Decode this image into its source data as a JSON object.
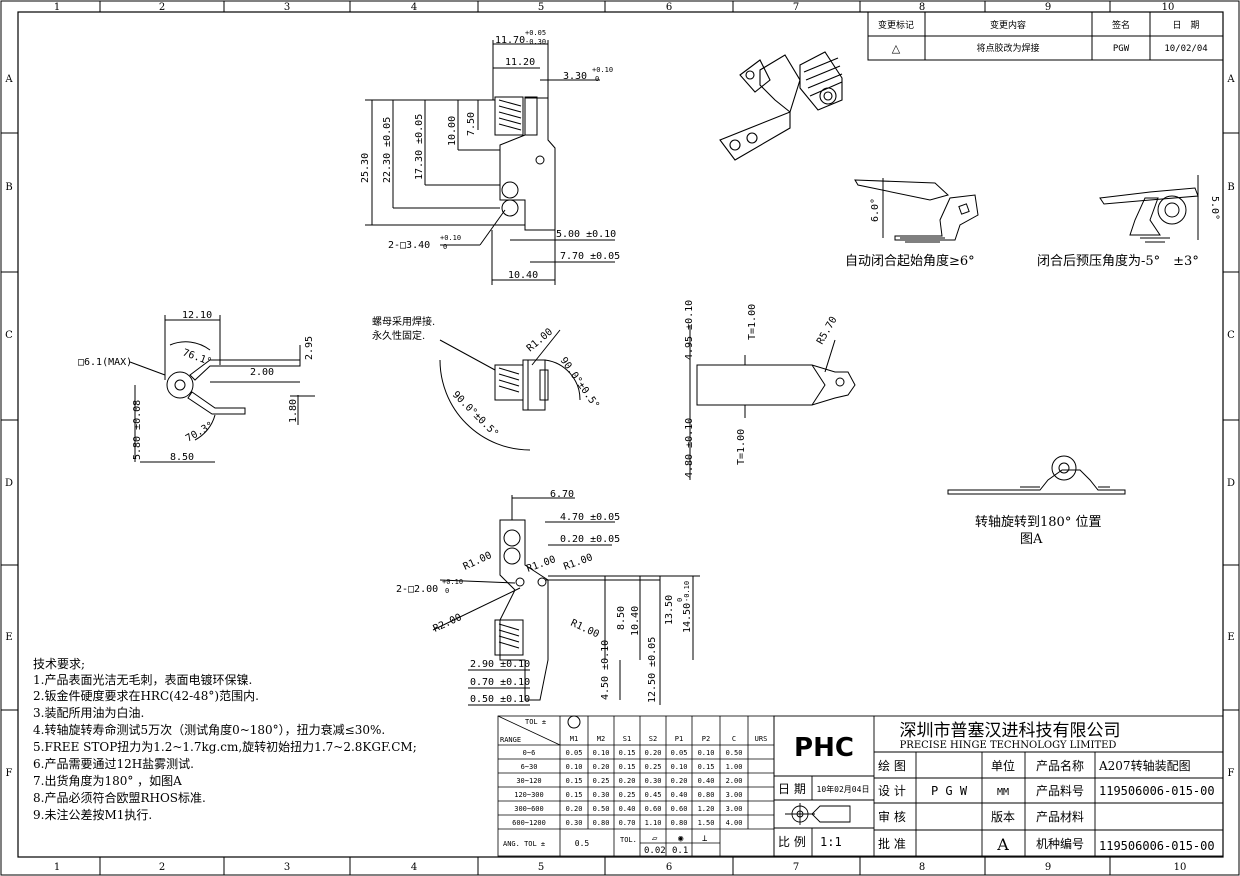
{
  "frame": {
    "columns": [
      "1",
      "2",
      "3",
      "4",
      "5",
      "6",
      "7",
      "8",
      "9",
      "10"
    ],
    "rows": [
      "A",
      "B",
      "C",
      "D",
      "E",
      "F"
    ]
  },
  "revision": {
    "headers": [
      "变更标记",
      "变更内容",
      "签名",
      "日　期"
    ],
    "row": {
      "mark": "△",
      "content": "将点胶改为焊接",
      "sign": "PGW",
      "date": "10/02/04"
    }
  },
  "dims_top": {
    "d1": "11.70",
    "d1_tol_up": "+0.05",
    "d1_tol_dn": "-0.30",
    "d2": "11.20",
    "d3": "3.30",
    "d3_tol_up": "+0.10",
    "d3_tol_dn": "0",
    "d4": "25.30",
    "d5": "22.30 ±0.05",
    "d6": "17.30 ±0.05",
    "d7": "10.00",
    "d8": "7.50",
    "d9": "5.00 ±0.10",
    "d10": "7.70 ±0.05",
    "d11": "10.40",
    "hole": "2-□3.40",
    "hole_tol_up": "+0.10",
    "hole_tol_dn": "0"
  },
  "dims_left": {
    "a": "12.10",
    "b": "76.1°",
    "c": "□6.1(MAX)",
    "d": "2.00",
    "e": "2.95",
    "f": "1.80",
    "g": "70.3°",
    "h": "5.80 ±0.08",
    "i": "8.50"
  },
  "dims_mid": {
    "note1": "螺母采用焊接.",
    "note2": "永久性固定.",
    "r": "R1.00",
    "ang1": "90.0°±0.5°",
    "ang2": "90.0°±0.5°"
  },
  "dims_right": {
    "a": "4.95 ±0.10",
    "b": "T=1.00",
    "c": "R5.70",
    "d": "T=1.00",
    "e": "4.80 ±0.10"
  },
  "dims_bottom": {
    "a": "6.70",
    "b": "4.70 ±0.05",
    "c": "0.20 ±0.05",
    "d": "R1.00",
    "e": "R1.00",
    "f": "R1.00",
    "g": "R2.00",
    "h": "R1.00",
    "hole": "2-□2.00",
    "hole_tol_up": "+0.10",
    "hole_tol_dn": "0",
    "i": "13.50",
    "j": "14.50",
    "j_up": "0",
    "j_dn": "-0.10",
    "k": "8.50",
    "l": "10.40",
    "m": "2.90 ±0.10",
    "n": "0.70 ±0.10",
    "o": "0.50 ±0.10",
    "p": "4.50 ±0.10",
    "q": "12.50 ±0.05"
  },
  "captions": {
    "c1": "自动闭合起始角度≥6°",
    "c1_ang": "6.0°",
    "c2": "闭合后预压角度为-5°　±3°",
    "c2_ang": "5.0°",
    "c3": "转轴旋转到180° 位置",
    "c4": "图A"
  },
  "tech": {
    "title": "技术要求;",
    "items": [
      "1.产品表面光洁无毛刺，表面电镀环保镍.",
      "2.钣金件硬度要求在HRC(42-48°)范围内.",
      "3.装配所用油为白油.",
      "4.转轴旋转寿命测试5万次（测试角度0~180°），扭力衰减≤30%.",
      "5.FREE STOP扭力为1.2~1.7kg.cm,旋转初始扭力1.7~2.8KGF.CM;",
      "6.产品需要通过12H盐雾测试.",
      "7.出货角度为180°  ，如图A",
      "8.产品必须符合欧盟RHOS标准.",
      "9.未注公差按M1执行."
    ]
  },
  "tol_table": {
    "corner_top": "TOL ±",
    "corner_bot": "RANGE",
    "headers": [
      "M1",
      "M2",
      "S1",
      "S2",
      "P1",
      "P2",
      "C",
      "URS"
    ],
    "rows": [
      {
        "range": "0~6",
        "v": [
          "0.05",
          "0.10",
          "0.15",
          "0.20",
          "0.05",
          "0.10",
          "0.50",
          ""
        ]
      },
      {
        "range": "6~30",
        "v": [
          "0.10",
          "0.20",
          "0.15",
          "0.25",
          "0.10",
          "0.15",
          "1.00",
          ""
        ]
      },
      {
        "range": "30~120",
        "v": [
          "0.15",
          "0.25",
          "0.20",
          "0.30",
          "0.20",
          "0.40",
          "2.00",
          ""
        ]
      },
      {
        "range": "120~300",
        "v": [
          "0.15",
          "0.30",
          "0.25",
          "0.45",
          "0.40",
          "0.80",
          "3.00",
          ""
        ]
      },
      {
        "range": "300~600",
        "v": [
          "0.20",
          "0.50",
          "0.40",
          "0.60",
          "0.60",
          "1.20",
          "3.00",
          ""
        ]
      },
      {
        "range": "600~1200",
        "v": [
          "0.30",
          "0.80",
          "0.70",
          "1.10",
          "0.80",
          "1.50",
          "4.00",
          ""
        ]
      }
    ],
    "ang_label": "ANG. TOL ±",
    "ang_val": "0.5",
    "tol_label": "TOL.",
    "f1": "0.02",
    "f2": "0.1"
  },
  "title_block": {
    "logo": "PHC",
    "company_cn": "深圳市普塞汉进科技有限公司",
    "company_en": "PRECISE HINGE TECHNOLOGY LIMITED",
    "date_label": "日 期",
    "date_val": "10年02月04日",
    "scale_label": "比 例",
    "scale_val": "1:1",
    "draw": "绘 图",
    "design": "设 计",
    "check": "审 核",
    "approve": "批 准",
    "designer": "P G W",
    "unit_label": "单位",
    "unit_val": "MM",
    "ver_label": "版本",
    "ver_val": "A",
    "name_label": "产品名称",
    "name_val": "A207转轴装配图",
    "pn_label": "产品料号",
    "pn_val": "119506006-015-00",
    "mat_label": "产品材料",
    "mat_val": "",
    "mach_label": "机种编号",
    "mach_val": "119506006-015-00"
  }
}
